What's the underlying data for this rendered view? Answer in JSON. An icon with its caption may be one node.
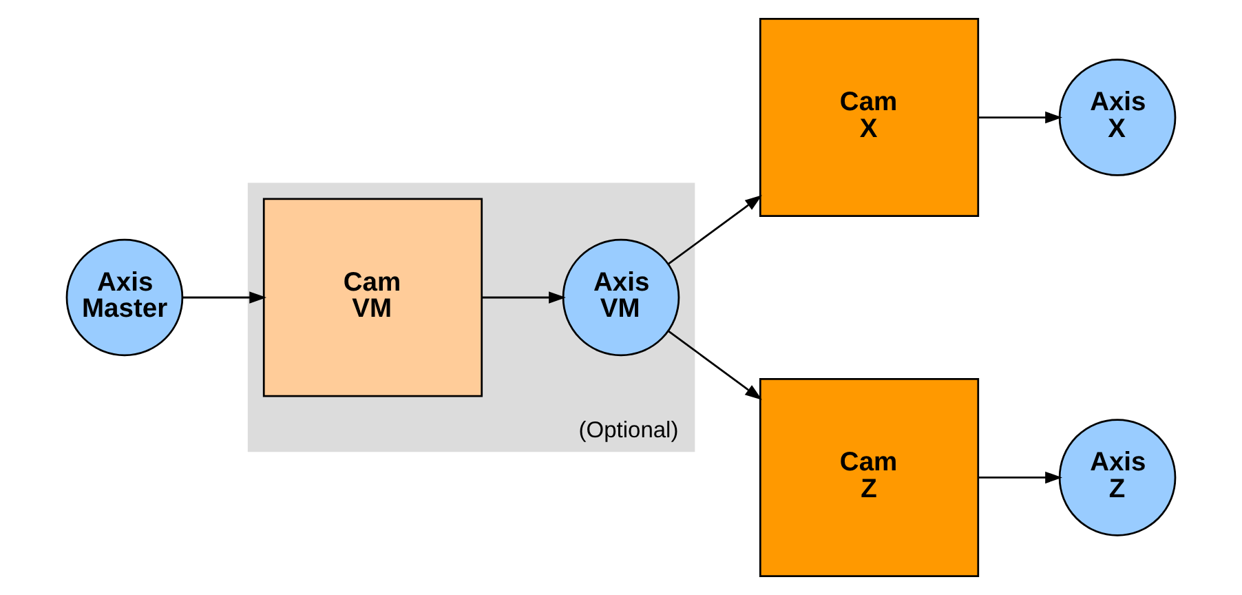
{
  "diagram": {
    "nodes": [
      {
        "text": [
          "Axis Master"
        ]
      },
      {
        "text": [
          "(Optional)"
        ]
      },
      {
        "text": [
          "Cam VM"
        ],
        "in": 1
      },
      {
        "text": [
          "Axis VM"
        ],
        "in": 1
      },
      {
        "text": [
          "Cam X"
        ]
      },
      {
        "text": [
          "Axis X"
        ]
      },
      {
        "text": [
          "Cam Z"
        ]
      },
      {
        "text": [
          "Axis Z"
        ]
      }
    ],
    "edges": [
      {
        "from": 0,
        "to": 2,
        "arrow": "to"
      },
      {
        "from": 2,
        "to": 3,
        "arrow": "to"
      },
      {
        "from": 3,
        "to": 4,
        "arrow": "to"
      },
      {
        "from": 3,
        "to": 6,
        "arrow": "to"
      },
      {
        "from": 4,
        "to": 5,
        "arrow": "to"
      },
      {
        "from": 6,
        "to": 7,
        "arrow": "to"
      }
    ]
  }
}
